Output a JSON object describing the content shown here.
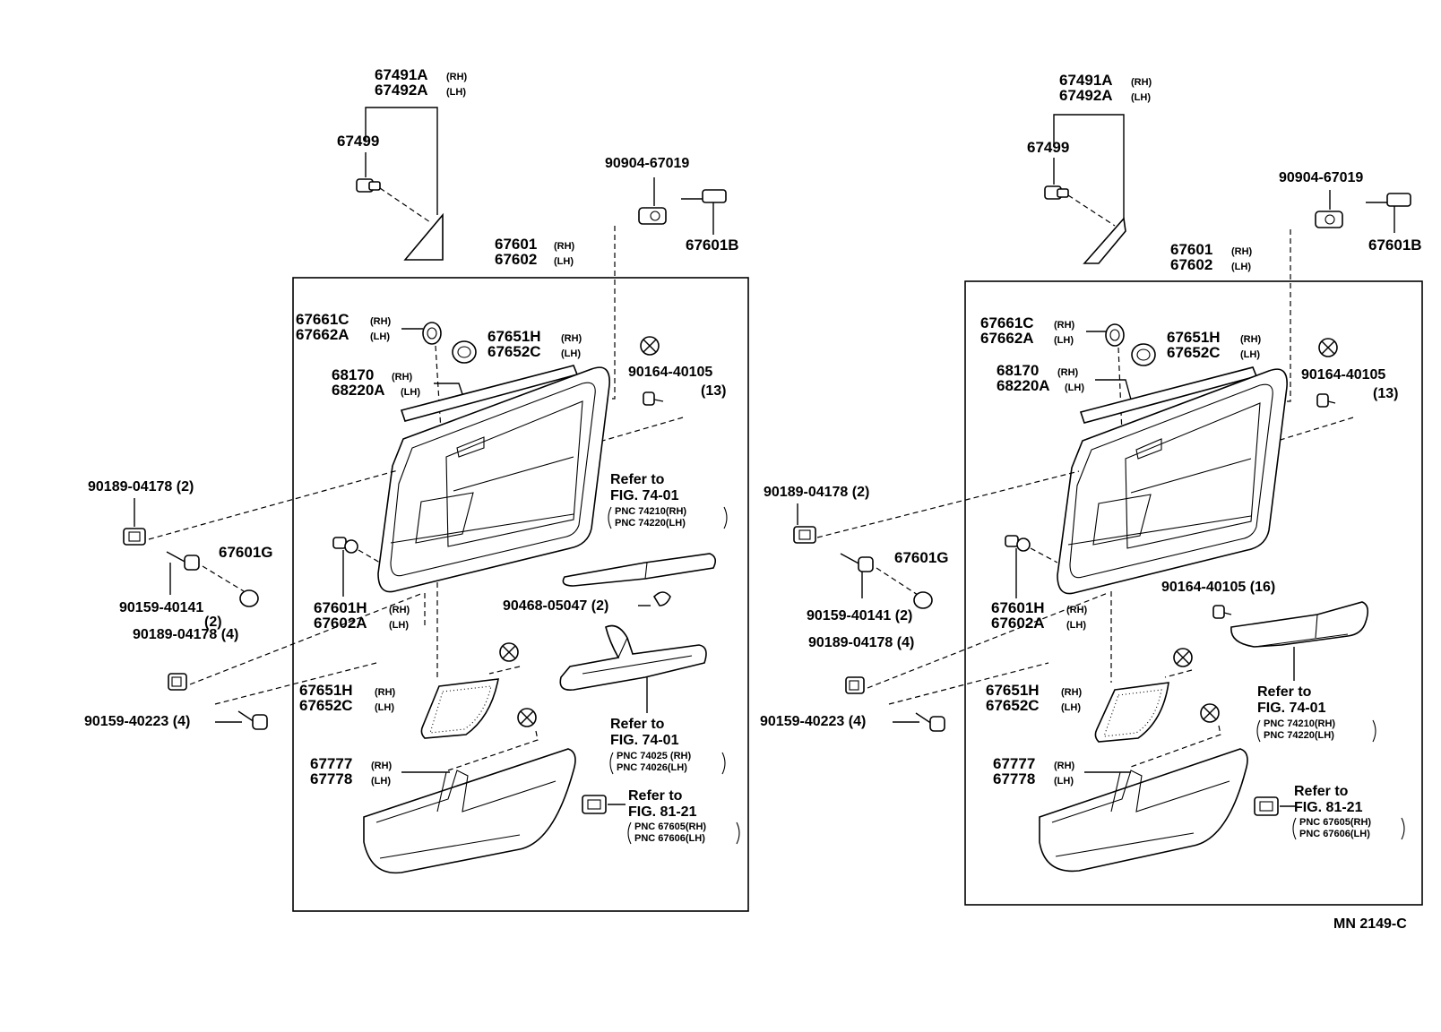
{
  "diagram_code": "MN  2149-C",
  "panels": [
    {
      "id": "left",
      "labels": {
        "p67491A": "67491A",
        "p67492A": "67492A",
        "p67499": "67499",
        "p90904": "90904-67019",
        "p67601B": "67601B",
        "p67601": "67601",
        "p67602": "67602",
        "p67661C": "67661C",
        "p67662A": "67662A",
        "p67651H_top": "67651H",
        "p67652C_top": "67652C",
        "p68170": "68170",
        "p68220A": "68220A",
        "p90164": "90164-40105",
        "q90164": "(13)",
        "p90189_a": "90189-04178 (2)",
        "p67601G": "67601G",
        "p90159_a": "90159-40141",
        "q90159_a": "(2)",
        "p90189_b": "90189-04178 (4)",
        "p90159_b": "90159-40223 (4)",
        "p67601H": "67601H",
        "p67602A": "67602A",
        "p90468": "90468-05047 (2)",
        "p67651H_bot": "67651H",
        "p67652C_bot": "67652C",
        "p67777": "67777",
        "p67778": "67778",
        "ref1_title": "Refer to",
        "ref1_fig": "FIG. 74-01",
        "ref1_pnc1": "PNC 74210(RH)",
        "ref1_pnc2": "PNC 74220(LH)",
        "ref2_title": "Refer to",
        "ref2_fig": "FIG. 74-01",
        "ref2_pnc1": "PNC 74025 (RH)",
        "ref2_pnc2": "PNC 74026(LH)",
        "ref3_title": "Refer to",
        "ref3_fig": "FIG. 81-21",
        "ref3_pnc1": "PNC 67605(RH)",
        "ref3_pnc2": "PNC 67606(LH)"
      }
    },
    {
      "id": "right",
      "labels": {
        "p67491A": "67491A",
        "p67492A": "67492A",
        "p67499": "67499",
        "p90904": "90904-67019",
        "p67601B": "67601B",
        "p67601": "67601",
        "p67602": "67602",
        "p67661C": "67661C",
        "p67662A": "67662A",
        "p67651H_top": "67651H",
        "p67652C_top": "67652C",
        "p68170": "68170",
        "p68220A": "68220A",
        "p90164": "90164-40105",
        "q90164": "(13)",
        "p90189_a": "90189-04178 (2)",
        "p67601G": "67601G",
        "p90159_a": "90159-40141 (2)",
        "p90189_b": "90189-04178 (4)",
        "p90159_b": "90159-40223 (4)",
        "p67601H": "67601H",
        "p67602A": "67602A",
        "p90164_16": "90164-40105 (16)",
        "p67651H_bot": "67651H",
        "p67652C_bot": "67652C",
        "p67777": "67777",
        "p67778": "67778",
        "ref1_title": "Refer to",
        "ref1_fig": "FIG. 74-01",
        "ref1_pnc1": "PNC 74210(RH)",
        "ref1_pnc2": "PNC 74220(LH)",
        "ref3_title": "Refer to",
        "ref3_fig": "FIG. 81-21",
        "ref3_pnc1": "PNC 67605(RH)",
        "ref3_pnc2": "PNC 67606(LH)"
      }
    }
  ],
  "side": {
    "rh": "(RH)",
    "lh": "(LH)"
  }
}
